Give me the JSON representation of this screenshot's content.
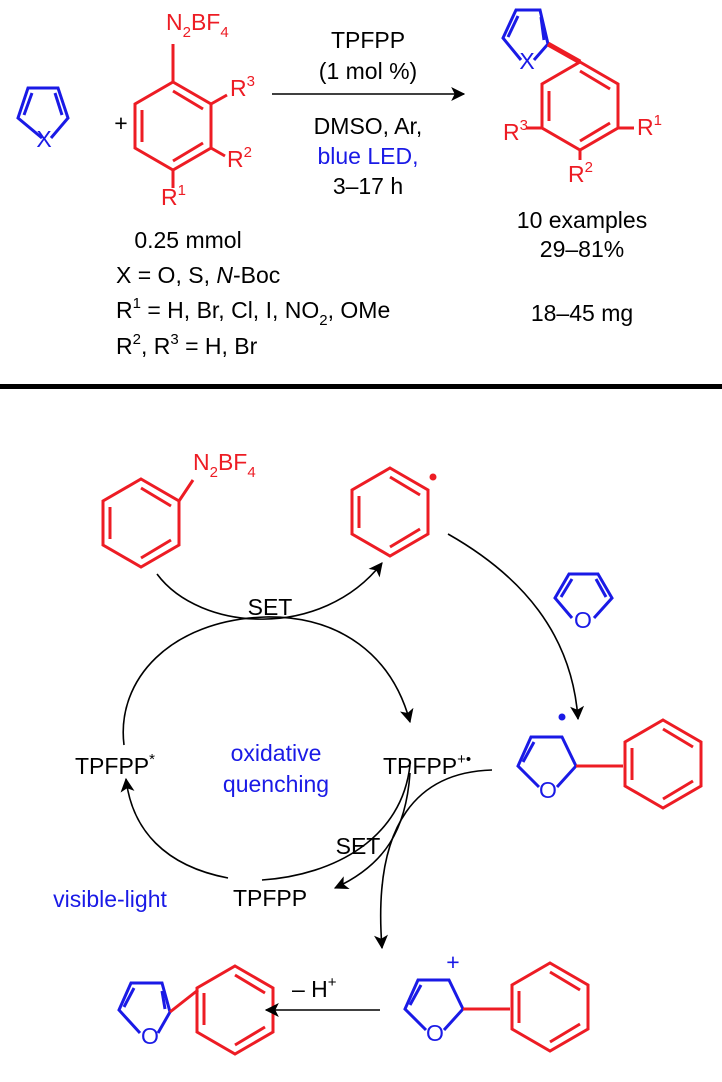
{
  "colors": {
    "substrate": "#ed1c24",
    "reagent": "#1a1ae6",
    "text": "#000000"
  },
  "top_scheme": {
    "heteroarene_atom": "X",
    "plus_sign": "+",
    "diazonium": {
      "n2": "N",
      "n2_sub": "2",
      "bf": "BF",
      "bf_sub": "4"
    },
    "r3": {
      "base": "R",
      "sup": "3"
    },
    "r2": {
      "base": "R",
      "sup": "2"
    },
    "r1": {
      "base": "R",
      "sup": "1"
    },
    "amount": "0.25 mmol",
    "conditions": {
      "catalyst": "TPFPP",
      "loading": "(1 mol %)",
      "solvent_atmosphere": "DMSO, Ar,",
      "light": "blue LED,",
      "time": "3–17 h"
    },
    "product_atom": "X",
    "scope": {
      "x_prefix": "X = O, S, ",
      "x_italic": "N",
      "x_suffix": "-Boc",
      "r1_base": "R",
      "r1_sup": "1",
      "r1_values": " = H, Br, Cl, I, NO",
      "r1_sub": "2",
      "r1_tail": ", OMe",
      "r23_r": "R",
      "r23_sup2": "2",
      "r23_mid": ", R",
      "r23_sup3": "3",
      "r23_values": " = H, Br"
    },
    "results": {
      "examples": "10 examples",
      "yield": "29–81%",
      "mass": "18–45 mg"
    }
  },
  "mechanism": {
    "diazonium": {
      "n2": "N",
      "n2_sub": "2",
      "bf": "BF",
      "bf_sub": "4"
    },
    "set_top": "SET",
    "set_bottom": "SET",
    "tpfpp_excited": "TPFPP",
    "excited_mark": "*",
    "tpfpp_radical_cation": "TPFPP",
    "radical_cation_mark": "+•",
    "tpfpp_ground": "TPFPP",
    "cycle_label_line1": "oxidative",
    "cycle_label_line2": "quenching",
    "light_label": "visible-light",
    "furan_o": "O",
    "radical_intermediate_o": "O",
    "cation_intermediate_o": "O",
    "cation_charge": "+",
    "product_o": "O",
    "deprotonation_minus": "– H",
    "deprotonation_plus": "+"
  }
}
